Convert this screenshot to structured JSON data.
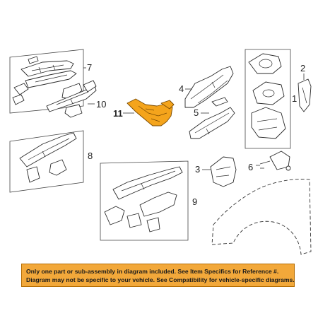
{
  "callouts": {
    "c1": "1",
    "c2": "2",
    "c3": "3",
    "c4": "4",
    "c5": "5",
    "c6": "6",
    "c7": "7",
    "c8": "8",
    "c9": "9",
    "c10": "10",
    "c11": "11"
  },
  "notice": {
    "line1": "Only one part or sub-assembly in diagram included. See Item Specifics for Reference #.",
    "line2": "Diagram may not be specific to your vehicle. See Compatibility for vehicle-specific diagrams."
  },
  "colors": {
    "highlight": "#f4a41c",
    "notice_background": "#f2a83a"
  }
}
